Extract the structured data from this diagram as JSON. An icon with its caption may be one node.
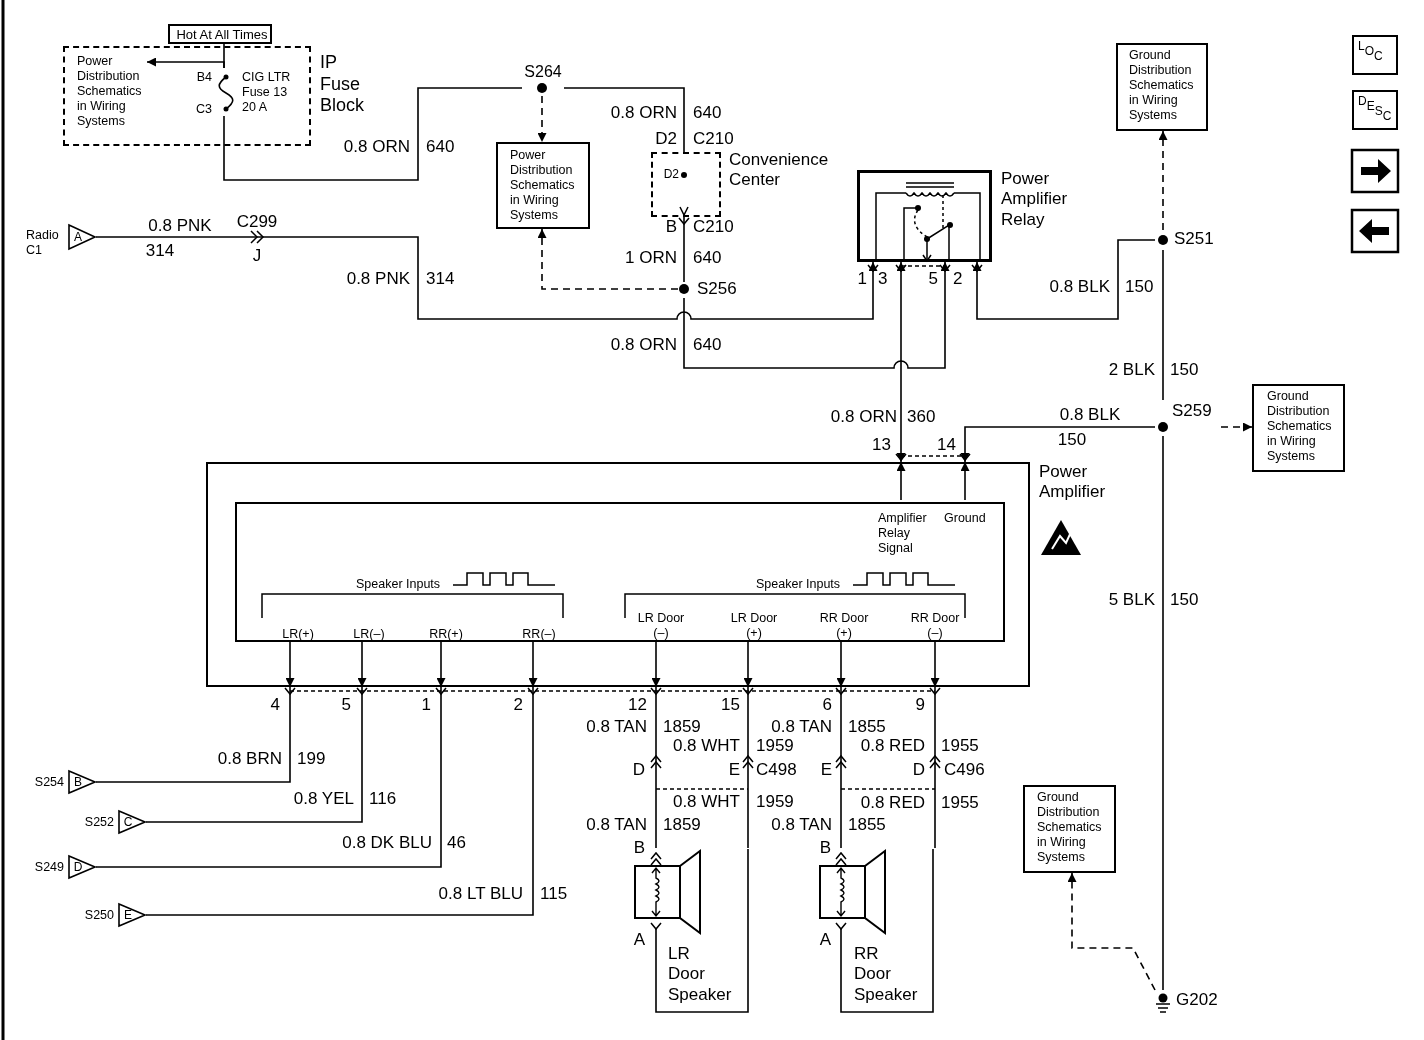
{
  "diagram": {
    "nodes": [
      {
        "text": [
          "Hot At All Times"
        ]
      },
      {
        "text": [
          "IP Fuse Block"
        ]
      },
      {
        "text": [
          "Power Distribution Schematics in Wiring Systems"
        ],
        "in": 1
      },
      {
        "text": [
          "CIG LTR Fuse 13 20 A"
        ],
        "in": 1,
        "beside": [
          "B4",
          "C3"
        ]
      },
      {
        "text": [
          "S264"
        ]
      },
      {
        "text": [
          "Power Distribution Schematics in Wiring Systems"
        ]
      },
      {
        "text": [
          "Convenience Center"
        ]
      },
      {
        "text": [
          "S256"
        ]
      },
      {
        "text": [
          "Power Amplifier Relay"
        ]
      },
      {
        "text": [
          "Ground Distribution Schematics in Wiring Systems"
        ]
      },
      {
        "text": [
          "S251"
        ]
      },
      {
        "text": [
          "A"
        ],
        "beside": [
          "Radio C1"
        ]
      },
      {
        "text": [
          "Power Amplifier"
        ]
      },
      {
        "text": [
          "Amplifier Relay Signal",
          "Ground",
          "Speaker Inputs",
          "Speaker Inputs",
          "LR(+)",
          "LR(–)",
          "RR(+)",
          "RR(–)",
          "LR Door (–)",
          "LR Door (+)",
          "RR Door (+)",
          "RR Door (–)"
        ],
        "in": 12
      },
      {
        "text": [
          "S259"
        ]
      },
      {
        "text": [
          "Ground Distribution Schematics in Wiring Systems"
        ]
      },
      {
        "text": [
          "B"
        ],
        "beside": [
          "S254"
        ]
      },
      {
        "text": [
          "C"
        ],
        "beside": [
          "S252"
        ]
      },
      {
        "text": [
          "D"
        ],
        "beside": [
          "S249"
        ]
      },
      {
        "text": [
          "E"
        ],
        "beside": [
          "S250"
        ]
      },
      {
        "text": [
          "LR Door Speaker"
        ]
      },
      {
        "text": [
          "RR Door Speaker"
        ]
      },
      {
        "text": [
          "Ground Distribution Schematics in Wiring Systems"
        ]
      },
      {
        "text": [
          "G202"
        ]
      }
    ],
    "edges": [
      {
        "from": 0,
        "to": 3,
        "arrow": "none"
      },
      {
        "from": 3,
        "to": 2,
        "arrow": "to"
      },
      {
        "from": 3,
        "to": 4,
        "arrow": "none"
      },
      {
        "from": 4,
        "to": 5,
        "arrow": "to",
        "style": "dashed"
      },
      {
        "from": 4,
        "to": 6,
        "arrow": "none"
      },
      {
        "from": 6,
        "to": 7,
        "arrow": "other"
      },
      {
        "from": 7,
        "to": 5,
        "arrow": "to",
        "style": "dashed"
      },
      {
        "from": 11,
        "to": 8,
        "arrow": "to"
      },
      {
        "from": 7,
        "to": 8,
        "arrow": "to"
      },
      {
        "from": 12,
        "to": 8,
        "arrow": "both"
      },
      {
        "from": 10,
        "to": 8,
        "arrow": "to"
      },
      {
        "from": 10,
        "to": 9,
        "arrow": "to",
        "style": "dashed"
      },
      {
        "from": 10,
        "to": 14,
        "arrow": "none"
      },
      {
        "from": 14,
        "to": 12,
        "arrow": "to"
      },
      {
        "from": 14,
        "to": 23,
        "arrow": "none"
      },
      {
        "from": 14,
        "to": 15,
        "arrow": "to",
        "style": "dashed"
      },
      {
        "from": 23,
        "to": 22,
        "arrow": "to",
        "style": "dashed"
      },
      {
        "from": 12,
        "to": 16,
        "arrow": "other"
      },
      {
        "from": 12,
        "to": 17,
        "arrow": "other"
      },
      {
        "from": 12,
        "to": 18,
        "arrow": "other"
      },
      {
        "from": 12,
        "to": 19,
        "arrow": "other"
      },
      {
        "from": 12,
        "to": 20,
        "arrow": "other"
      },
      {
        "from": 12,
        "to": 20,
        "arrow": "other"
      },
      {
        "from": 12,
        "to": 21,
        "arrow": "other"
      },
      {
        "from": 12,
        "to": 21,
        "arrow": "other"
      },
      {
        "from": 13,
        "to": 12,
        "arrow": "to"
      },
      {
        "from": 13,
        "to": 12,
        "arrow": "to"
      },
      {
        "from": 13,
        "to": 12,
        "arrow": "to"
      },
      {
        "from": 13,
        "to": 12,
        "arrow": "to"
      },
      {
        "from": 13,
        "to": 12,
        "arrow": "to"
      },
      {
        "from": 13,
        "to": 12,
        "arrow": "to"
      },
      {
        "from": 13,
        "to": 12,
        "arrow": "to"
      },
      {
        "from": 13,
        "to": 12,
        "arrow": "to"
      },
      {
        "from": 13,
        "to": 12,
        "arrow": "to"
      },
      {
        "from": 13,
        "to": 12,
        "arrow": "to"
      }
    ],
    "labels": [
      "LOC",
      "DESC",
      "0.8 ORN",
      "640",
      "D2",
      "C210",
      "0.8 ORN",
      "640",
      "D2",
      "0.8 PNK",
      "C299",
      "B",
      "C210",
      "314",
      "J",
      "1 ORN",
      "640",
      "0.8 PNK",
      "314",
      "1",
      "3",
      "5",
      "2",
      "0.8 BLK",
      "150",
      "0.8 ORN",
      "640",
      "2 BLK",
      "150",
      "0.8 ORN",
      "360",
      "0.8 BLK",
      "150",
      "13",
      "14",
      "5 BLK",
      "150",
      "4",
      "5",
      "1",
      "2",
      "12",
      "15",
      "6",
      "9",
      "0.8 TAN",
      "1859",
      "0.8 TAN",
      "1855",
      "0.8 WHT",
      "1959",
      "0.8 RED",
      "1955",
      "0.8 BRN",
      "199",
      "D",
      "E",
      "C498",
      "E",
      "D",
      "C496",
      "0.8 YEL",
      "116",
      "0.8 WHT",
      "1959",
      "0.8 RED",
      "1955",
      "0.8 TAN",
      "1859",
      "0.8 TAN",
      "1855",
      "0.8 DK BLU",
      "46",
      "B",
      "B",
      "0.8 LT BLU",
      "115",
      "A",
      "A"
    ]
  }
}
